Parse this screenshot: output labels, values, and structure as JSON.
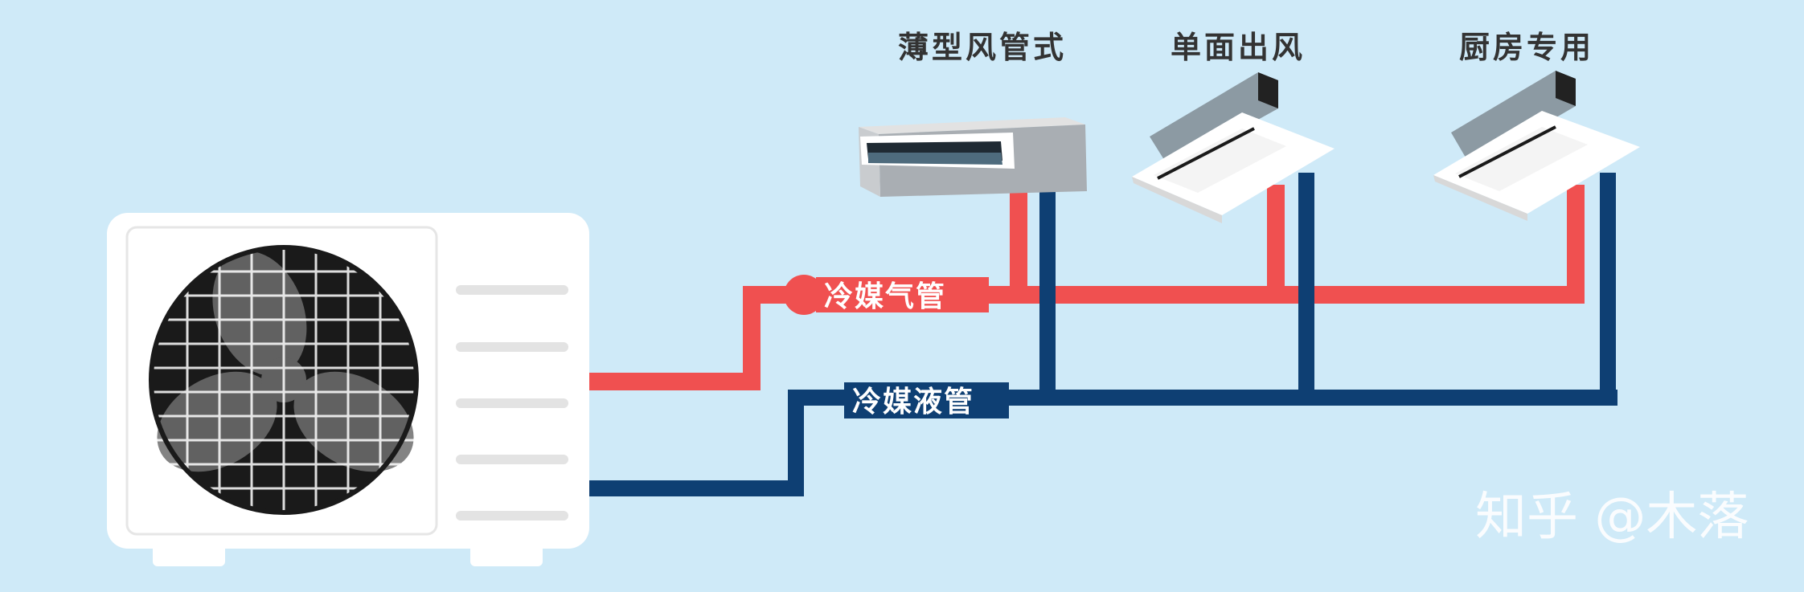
{
  "indoor_units": [
    {
      "label": "薄型风管式",
      "type": "ducted"
    },
    {
      "label": "单面出风",
      "type": "one-way-cassette"
    },
    {
      "label": "厨房专用",
      "type": "kitchen-cassette"
    }
  ],
  "pipes": {
    "gas": {
      "label": "冷媒气管",
      "color": "#f05050"
    },
    "liquid": {
      "label": "冷媒液管",
      "color": "#0e3f73"
    }
  },
  "watermark": "知乎 @木落",
  "colors": {
    "background": "#cfeaf8",
    "outdoor_unit": "#ffffff",
    "fan": "#1a1a1a"
  }
}
